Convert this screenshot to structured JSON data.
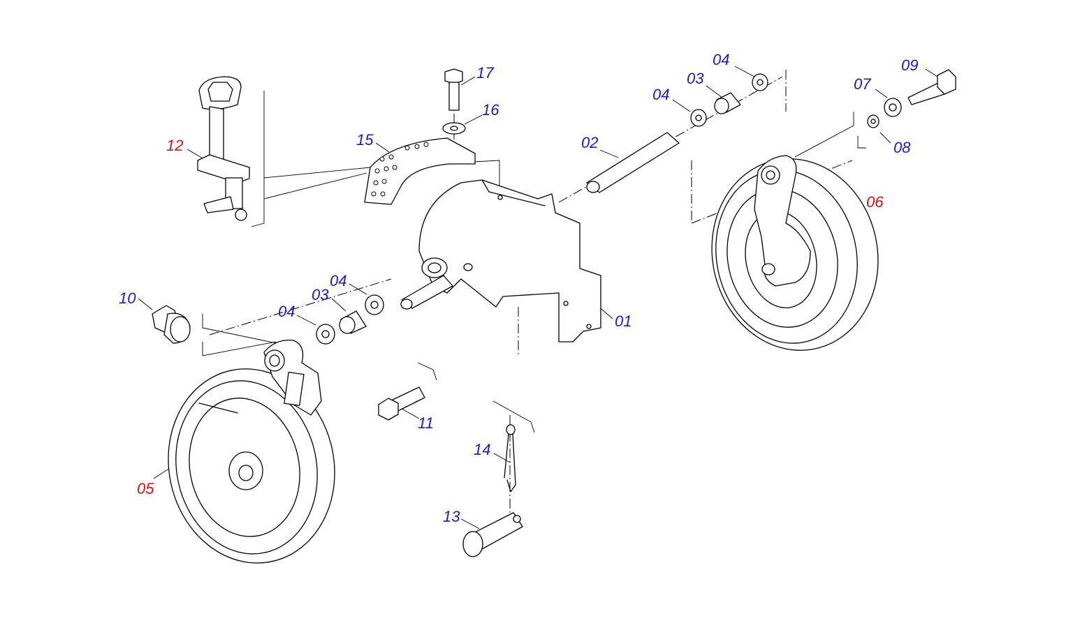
{
  "colors": {
    "label_default": "#1a1acc",
    "label_highlight": "#dd1111",
    "line": "#000000",
    "background": "#ffffff"
  },
  "callouts": [
    {
      "id": "c01",
      "text": "01",
      "highlight": false
    },
    {
      "id": "c02",
      "text": "02",
      "highlight": false
    },
    {
      "id": "c03a",
      "text": "03",
      "highlight": false
    },
    {
      "id": "c04a",
      "text": "04",
      "highlight": false
    },
    {
      "id": "c04b",
      "text": "04",
      "highlight": false
    },
    {
      "id": "c07",
      "text": "07",
      "highlight": false
    },
    {
      "id": "c08",
      "text": "08",
      "highlight": false
    },
    {
      "id": "c09",
      "text": "09",
      "highlight": false
    },
    {
      "id": "c06",
      "text": "06",
      "highlight": true
    },
    {
      "id": "c17",
      "text": "17",
      "highlight": false
    },
    {
      "id": "c16",
      "text": "16",
      "highlight": false
    },
    {
      "id": "c15",
      "text": "15",
      "highlight": false
    },
    {
      "id": "c12",
      "text": "12",
      "highlight": true
    },
    {
      "id": "c10",
      "text": "10",
      "highlight": false
    },
    {
      "id": "c04c",
      "text": "04",
      "highlight": false
    },
    {
      "id": "c03b",
      "text": "03",
      "highlight": false
    },
    {
      "id": "c04d",
      "text": "04",
      "highlight": false
    },
    {
      "id": "c11",
      "text": "11",
      "highlight": false
    },
    {
      "id": "c05",
      "text": "05",
      "highlight": true
    },
    {
      "id": "c14",
      "text": "14",
      "highlight": false
    },
    {
      "id": "c13",
      "text": "13",
      "highlight": false
    }
  ]
}
